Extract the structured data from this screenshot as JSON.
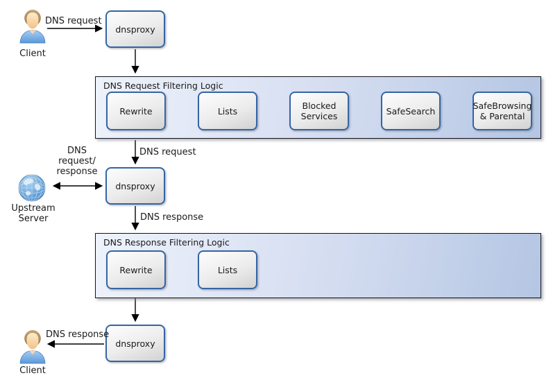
{
  "nodes": {
    "client_top": {
      "label": "Client",
      "icon": "person-icon"
    },
    "proxy_top": {
      "label": "dnsproxy"
    },
    "request_filter": {
      "title": "DNS Request Filtering Logic",
      "steps": [
        "Rewrite",
        "Lists",
        "Blocked Services",
        "SafeSearch",
        "SafeBrowsing & Parental"
      ]
    },
    "proxy_middle": {
      "label": "dnsproxy"
    },
    "upstream_server": {
      "label": "Upstream Server",
      "icon": "globe-icon"
    },
    "response_filter": {
      "title": "DNS Response Filtering Logic",
      "steps": [
        "Rewrite",
        "Lists"
      ]
    },
    "proxy_bottom": {
      "label": "dnsproxy"
    },
    "client_bottom": {
      "label": "Client",
      "icon": "person-icon"
    }
  },
  "edges": {
    "client_to_proxy": "DNS request",
    "request_filter_to_proxy": "DNS request",
    "upstream_link_lines": [
      "DNS",
      "request/",
      "response"
    ],
    "proxy_to_response_filter": "DNS response",
    "proxy_to_client": "DNS response"
  },
  "colors": {
    "step_box_border": "#3465a4",
    "step_box_fill_start": "#fdfdfd",
    "step_box_fill_end": "#d2d2d2",
    "container_fill_start": "#eef2fb",
    "container_fill_end": "#b4c6e3",
    "container_border": "#14141e",
    "arrow": "#000000",
    "globe_blue": "#5d9bd3",
    "shirt_blue": "#7eb1e8"
  }
}
